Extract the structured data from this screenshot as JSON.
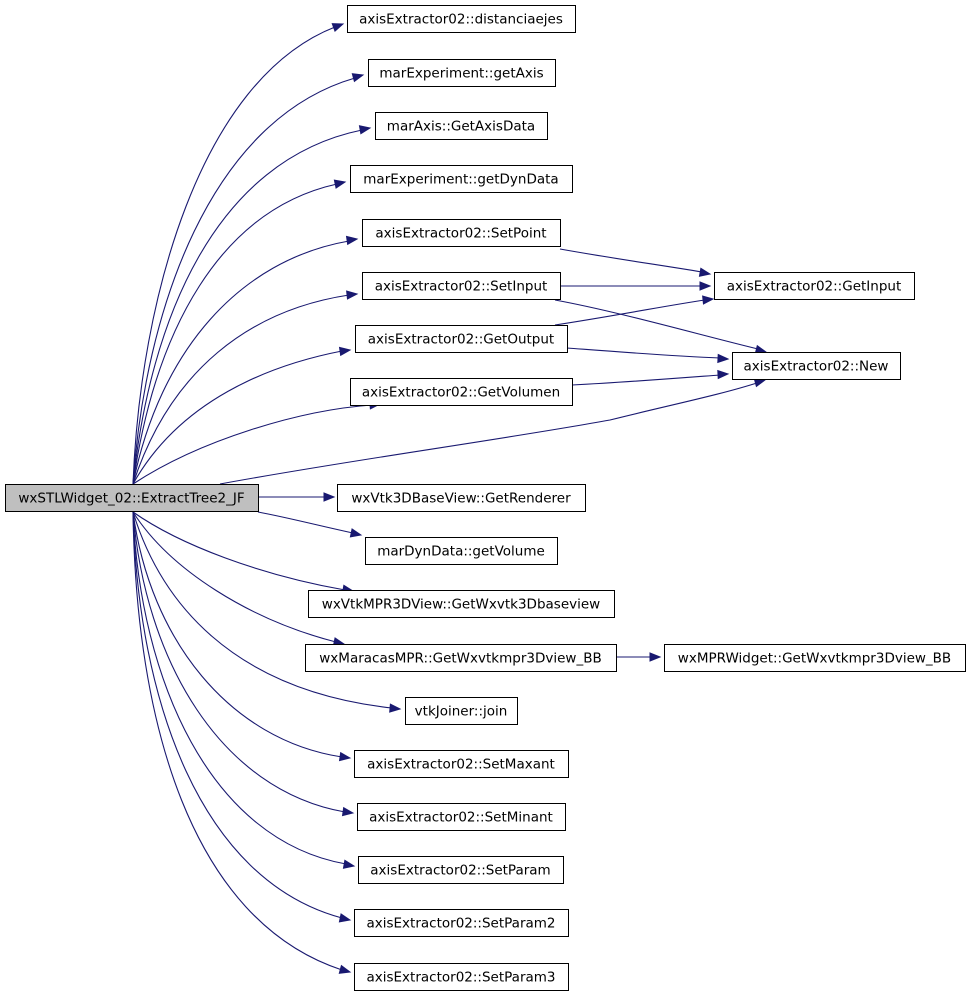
{
  "graph": {
    "root": "wxSTLWidget_02::ExtractTree2_JF",
    "nodes": {
      "n_root": "wxSTLWidget_02::ExtractTree2_JF",
      "n_dist": "axisExtractor02::distanciaejes",
      "n_getaxis": "marExperiment::getAxis",
      "n_axisdata": "marAxis::GetAxisData",
      "n_dyndata": "marExperiment::getDynData",
      "n_setpoint": "axisExtractor02::SetPoint",
      "n_setinput": "axisExtractor02::SetInput",
      "n_getoutput": "axisExtractor02::GetOutput",
      "n_getvol": "axisExtractor02::GetVolumen",
      "n_getinput": "axisExtractor02::GetInput",
      "n_new": "axisExtractor02::New",
      "n_renderer": "wxVtk3DBaseView::GetRenderer",
      "n_volume": "marDynData::getVolume",
      "n_wxvtk3d": "wxVtkMPR3DView::GetWxvtk3Dbaseview",
      "n_maracas": "wxMaracasMPR::GetWxvtkmpr3Dview_BB",
      "n_mprwidget": "wxMPRWidget::GetWxvtkmpr3Dview_BB",
      "n_join": "vtkJoiner::join",
      "n_maxant": "axisExtractor02::SetMaxant",
      "n_minant": "axisExtractor02::SetMinant",
      "n_param": "axisExtractor02::SetParam",
      "n_param2": "axisExtractor02::SetParam2",
      "n_param3": "axisExtractor02::SetParam3"
    },
    "edges": [
      [
        "n_root",
        "n_dist"
      ],
      [
        "n_root",
        "n_getaxis"
      ],
      [
        "n_root",
        "n_axisdata"
      ],
      [
        "n_root",
        "n_dyndata"
      ],
      [
        "n_root",
        "n_setpoint"
      ],
      [
        "n_root",
        "n_setinput"
      ],
      [
        "n_root",
        "n_getoutput"
      ],
      [
        "n_root",
        "n_getvol"
      ],
      [
        "n_root",
        "n_new"
      ],
      [
        "n_root",
        "n_renderer"
      ],
      [
        "n_root",
        "n_volume"
      ],
      [
        "n_root",
        "n_wxvtk3d"
      ],
      [
        "n_root",
        "n_maracas"
      ],
      [
        "n_root",
        "n_join"
      ],
      [
        "n_root",
        "n_maxant"
      ],
      [
        "n_root",
        "n_minant"
      ],
      [
        "n_root",
        "n_param"
      ],
      [
        "n_root",
        "n_param2"
      ],
      [
        "n_root",
        "n_param3"
      ],
      [
        "n_setpoint",
        "n_getinput"
      ],
      [
        "n_setinput",
        "n_getinput"
      ],
      [
        "n_setinput",
        "n_new"
      ],
      [
        "n_getoutput",
        "n_getinput"
      ],
      [
        "n_getoutput",
        "n_new"
      ],
      [
        "n_getvol",
        "n_new"
      ],
      [
        "n_maracas",
        "n_mprwidget"
      ]
    ]
  },
  "colors": {
    "edge": "#191970",
    "root_fill": "#bfbfbf",
    "node_fill": "#ffffff",
    "node_border": "#000000"
  }
}
